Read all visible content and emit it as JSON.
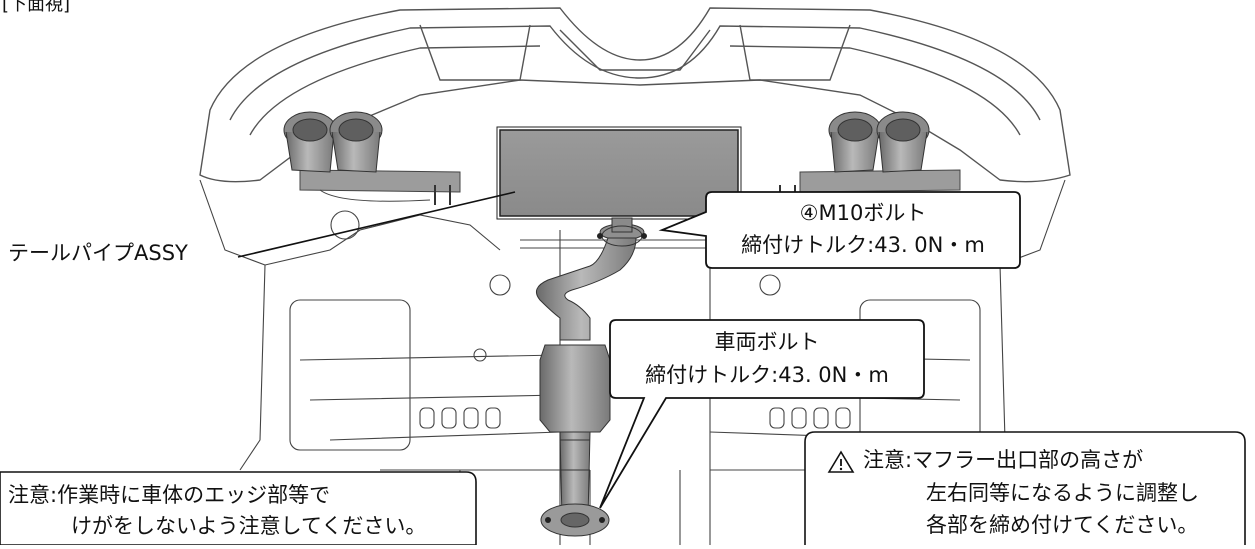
{
  "header": {
    "view_label": "[下面視]"
  },
  "labels": {
    "tail_pipe": "テールパイプASSY"
  },
  "callouts": {
    "m10_bolt": {
      "line1": "④M10ボルト",
      "line2": "締付けトルク:43. 0N・m"
    },
    "vehicle_bolt": {
      "line1": "車両ボルト",
      "line2": "締付けトルク:43. 0N・m"
    }
  },
  "notes": {
    "left": {
      "line1": "注意:作業時に車体のエッジ部等で",
      "line2": "けがをしないよう注意してください。"
    },
    "right": {
      "line1": "注意:マフラー出口部の高さが",
      "line2": "左右同等になるように調整し",
      "line3": "各部を締め付けてください。"
    }
  }
}
